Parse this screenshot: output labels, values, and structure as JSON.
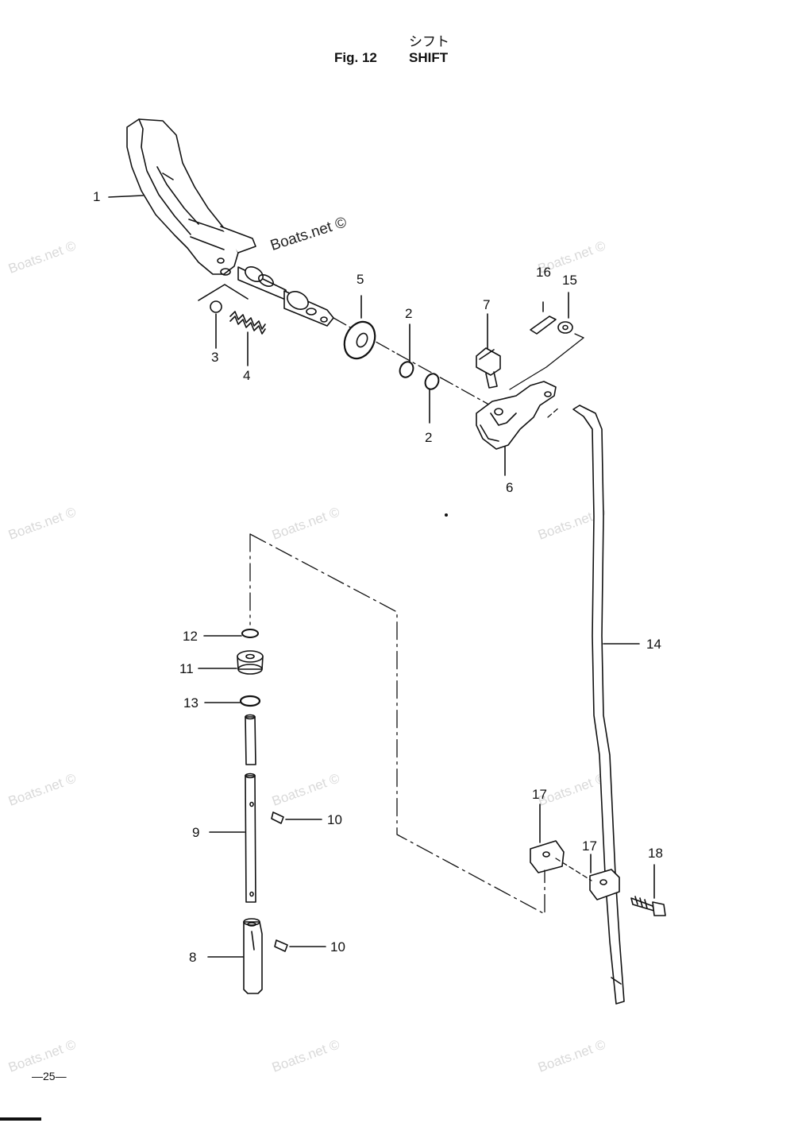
{
  "header": {
    "japanese_title": "シフト",
    "figure_label": "Fig. 12",
    "section_title": "SHIFT"
  },
  "watermark": "Boats.net ©",
  "footer": {
    "page_number": "—25—"
  },
  "callouts": [
    "1",
    "2",
    "2",
    "3",
    "4",
    "5",
    "6",
    "7",
    "8",
    "9",
    "10",
    "10",
    "11",
    "12",
    "13",
    "14",
    "15",
    "16",
    "17",
    "17",
    "18"
  ],
  "colors": {
    "ink": "#111111",
    "watermark": "#d9d9d9",
    "background": "#ffffff"
  }
}
